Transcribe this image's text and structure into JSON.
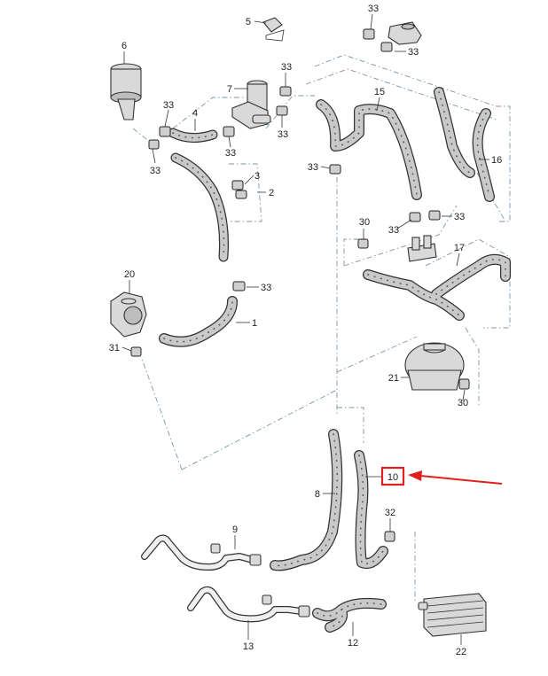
{
  "diagram": {
    "callouts": [
      {
        "id": "c5",
        "text": "5"
      },
      {
        "id": "c33a",
        "text": "33"
      },
      {
        "id": "c33b",
        "text": "33"
      },
      {
        "id": "c6",
        "text": "6"
      },
      {
        "id": "c7",
        "text": "7"
      },
      {
        "id": "c33c",
        "text": "33"
      },
      {
        "id": "c33d",
        "text": "33"
      },
      {
        "id": "c33e",
        "text": "33"
      },
      {
        "id": "c4",
        "text": "4"
      },
      {
        "id": "c33f",
        "text": "33"
      },
      {
        "id": "c33g",
        "text": "33"
      },
      {
        "id": "c15",
        "text": "15"
      },
      {
        "id": "c16",
        "text": "16"
      },
      {
        "id": "c33h",
        "text": "33"
      },
      {
        "id": "c3",
        "text": "3"
      },
      {
        "id": "c2",
        "text": "2"
      },
      {
        "id": "c30a",
        "text": "30"
      },
      {
        "id": "c33i",
        "text": "33"
      },
      {
        "id": "c33j",
        "text": "33"
      },
      {
        "id": "c17",
        "text": "17"
      },
      {
        "id": "c20",
        "text": "20"
      },
      {
        "id": "c33k",
        "text": "33"
      },
      {
        "id": "c1",
        "text": "1"
      },
      {
        "id": "c31",
        "text": "31"
      },
      {
        "id": "c21",
        "text": "21"
      },
      {
        "id": "c30b",
        "text": "30"
      },
      {
        "id": "c10",
        "text": "10"
      },
      {
        "id": "c8",
        "text": "8"
      },
      {
        "id": "c32",
        "text": "32"
      },
      {
        "id": "c9",
        "text": "9"
      },
      {
        "id": "c13",
        "text": "13"
      },
      {
        "id": "c12",
        "text": "12"
      },
      {
        "id": "c22",
        "text": "22"
      }
    ],
    "highlight": {
      "label": "10",
      "color": "#e02020"
    }
  }
}
